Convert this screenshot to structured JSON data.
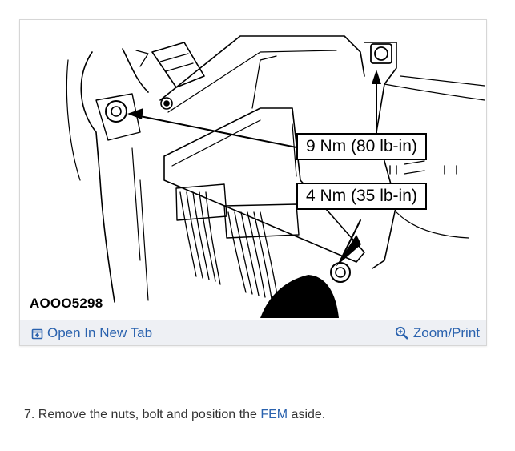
{
  "figure": {
    "id_label": "AOOO5298",
    "callouts": {
      "upper": "9 Nm (80 lb-in)",
      "lower": "4 Nm (35 lb-in)"
    }
  },
  "footer": {
    "open_tab_label": "Open In New Tab",
    "zoom_label": "Zoom/Print",
    "open_tab_icon": "open-in-new-tab-icon",
    "zoom_icon": "magnifier-plus-icon",
    "link_color": "#2a62ae",
    "bar_color": "#eef0f4"
  },
  "step": {
    "number": "7.",
    "text_before": "Remove the nuts, bolt and position the",
    "term": "FEM",
    "text_after": "aside."
  }
}
